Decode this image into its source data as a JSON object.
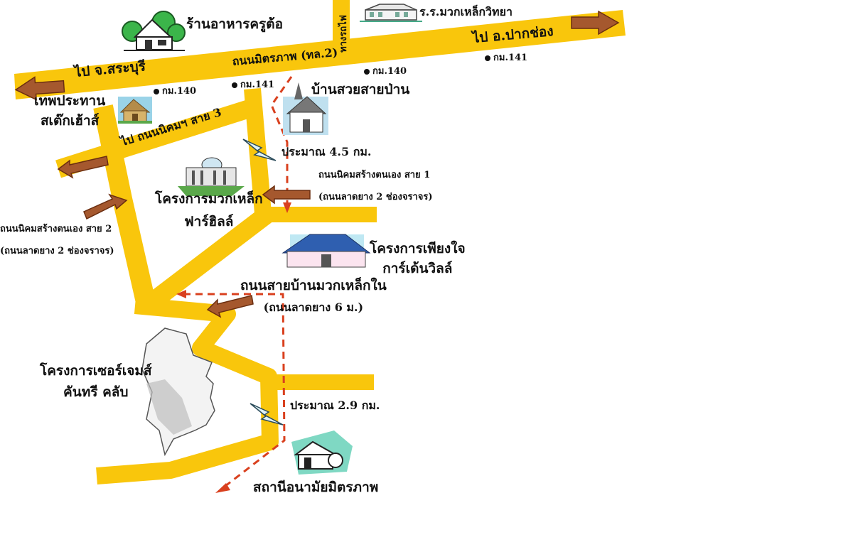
{
  "colors": {
    "road": "#f9c60c",
    "arrow_fill": "#a5582e",
    "arrow_stroke": "#6b2e10",
    "route": "#d9401e",
    "bolt_fill": "#dff3f7",
    "bolt_stroke": "#2b4b5a",
    "text": "#111111"
  },
  "icons": [
    "house-tree-icon",
    "school-icon",
    "church-icon",
    "cottage-icon",
    "government-building-icon",
    "temple-pavilion-icon",
    "health-station-icon",
    "land-plot-outline",
    "lightning-bolt-icon",
    "direction-arrow-icon",
    "km-marker-dot"
  ],
  "labels": {
    "restaurant": "ร้านอาหารครูต้อ",
    "school": "ร.ร.มวกเหล็กวิทยา",
    "to_saraburi": "ไป จ.สระบุรี",
    "to_pakchong": "ไป อ.ปากช่อง",
    "main_road": "ถนนมิตรภาพ (ทล.2)",
    "rail": "ทางรถไฟ",
    "km140_a": "กม.140",
    "km141_a": "กม.141",
    "km140_b": "กม.140",
    "km141_b": "กม.141",
    "church": "บ้านสวยสายป่าน",
    "thep_line1": "เทพประทาน",
    "thep_line2": "สเต๊กเฮ้าส์",
    "road3": "ไป ถนนนิคมฯ สาย 3",
    "dist1": "ประมาณ 4.5 กม.",
    "road1_line1": "ถนนนิคมสร้างตนเอง สาย 1",
    "road1_line2": "(ถนนลาดยาง 2 ช่องจราจร)",
    "project_line1": "โครงการมวกเหล็ก",
    "project_line2": "ฟาร์ฮิลล์",
    "road2_line1": "ถนนนิคมสร้างตนเอง สาย 2",
    "road2_line2": "(ถนนลาดยาง 2 ช่องจราจร)",
    "garden_line1": "โครงการเพียงใจ",
    "garden_line2": "การ์เด้นวิลล์",
    "inner_line1": "ถนนสายบ้านมวกเหล็กใน",
    "inner_line2": "(ถนนลาดยาง 6 ม.)",
    "james_line1": "โครงการเซอร์เจมส์",
    "james_line2": "คันทรี คลับ",
    "dist2": "ประมาณ 2.9 กม.",
    "health": "สถานีอนามัยมิตรภาพ"
  }
}
